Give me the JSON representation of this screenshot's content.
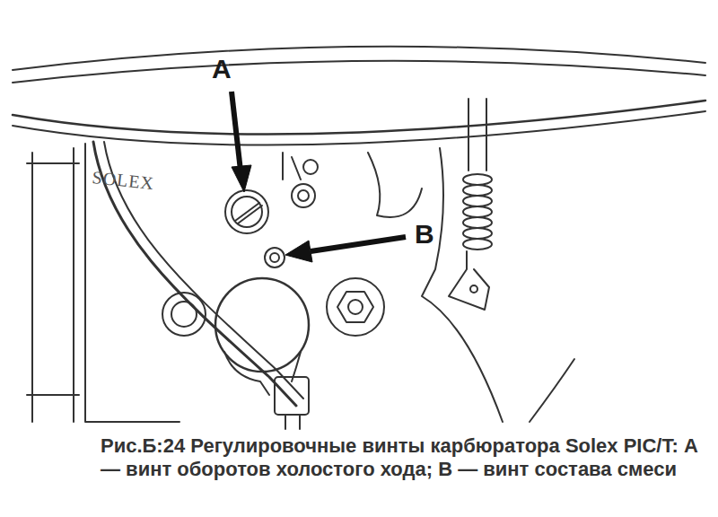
{
  "diagram": {
    "caption": "Рис.Б:24 Регулировочные винты карбюратора Solex PIC/T: А — винт оборотов холостого хода; В — винт состава смеси",
    "labels": [
      "А",
      "В",
      "SOLEX"
    ]
  }
}
